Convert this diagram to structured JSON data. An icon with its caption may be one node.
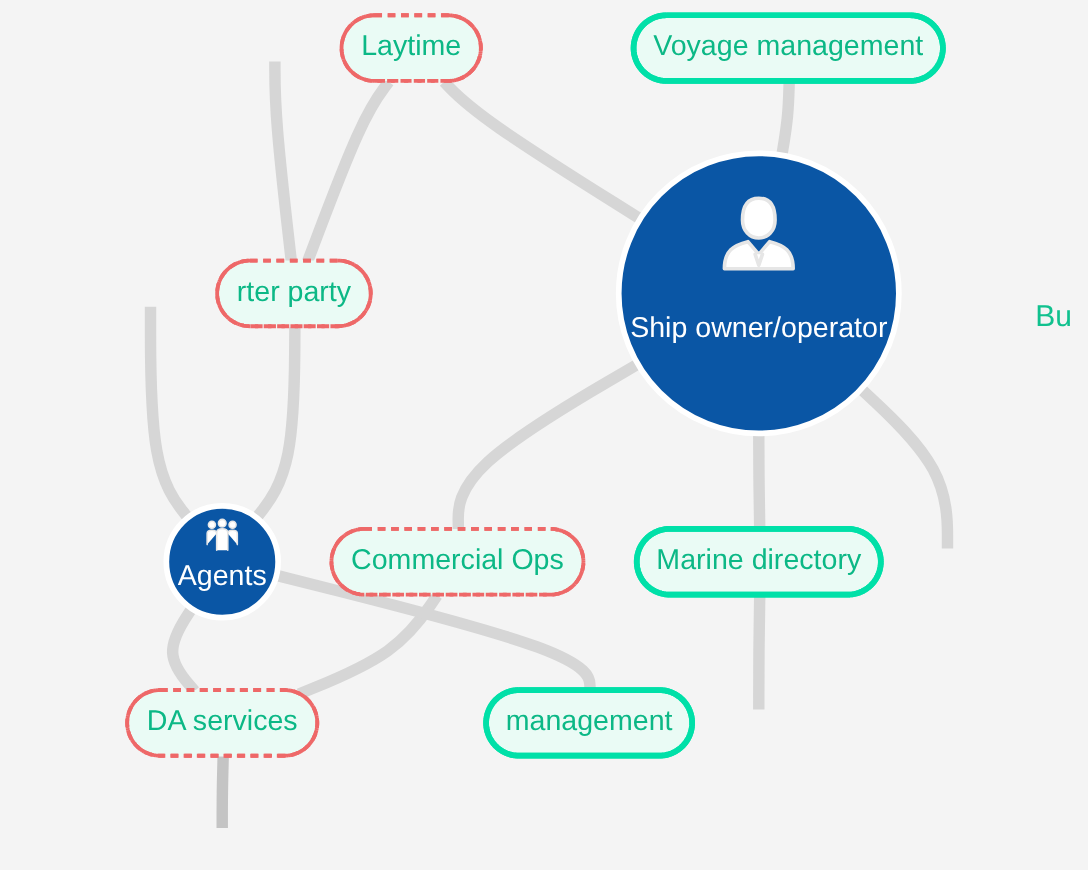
{
  "diagram": {
    "nodes": [
      {
        "text": [
          "Voyage management"
        ]
      },
      {
        "text": [
          "Laytime"
        ]
      },
      {
        "text": [
          "Ship owner/operator"
        ]
      },
      {
        "text": [
          "rter party"
        ]
      },
      {
        "text": [
          "Commercial Ops"
        ]
      },
      {
        "text": [
          "Marine directory"
        ]
      },
      {
        "text": [
          "Agents"
        ]
      },
      {
        "text": [
          "DA services"
        ]
      },
      {
        "text": [
          "management"
        ]
      }
    ],
    "edges": [
      {
        "from": 0,
        "to": 2,
        "arrow": "none"
      },
      {
        "from": 1,
        "to": 2,
        "arrow": "none"
      },
      {
        "from": 1,
        "to": 3,
        "arrow": "none"
      },
      {
        "from": 2,
        "to": null,
        "arrow": "none"
      },
      {
        "from": 2,
        "to": 4,
        "arrow": "none"
      },
      {
        "from": 2,
        "to": 5,
        "arrow": "none"
      },
      {
        "from": 3,
        "to": 6,
        "arrow": "none"
      },
      {
        "from": null,
        "to": 3,
        "arrow": "none"
      },
      {
        "from": 4,
        "to": 7,
        "arrow": "none"
      },
      {
        "from": 5,
        "to": null,
        "arrow": "none"
      },
      {
        "from": 6,
        "to": 7,
        "arrow": "none"
      },
      {
        "from": null,
        "to": 6,
        "arrow": "none"
      },
      {
        "from": 6,
        "to": 8,
        "arrow": "none"
      },
      {
        "from": 7,
        "to": null,
        "arrow": "none",
        "color": "#c4c4c4"
      }
    ],
    "labels": [
      "Bu"
    ]
  }
}
